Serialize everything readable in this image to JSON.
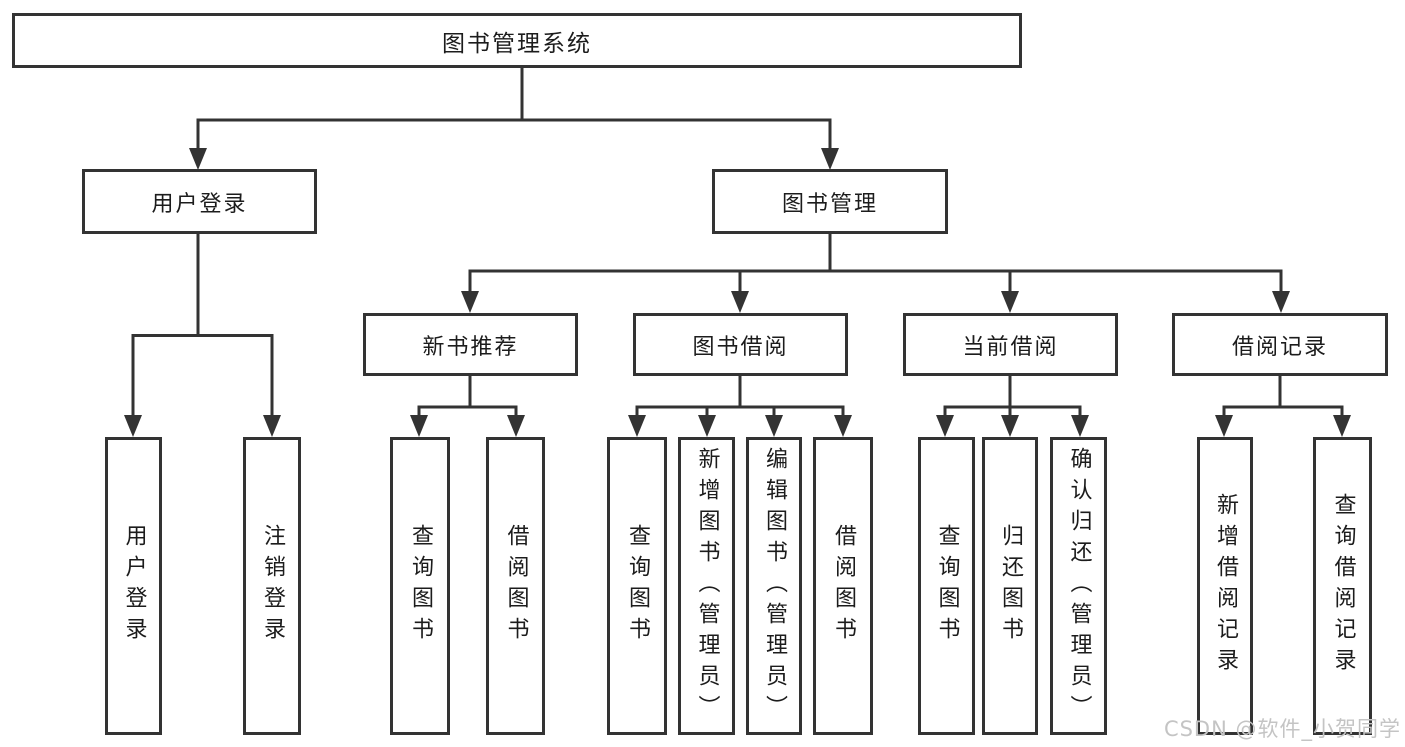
{
  "diagram": {
    "title": "图书管理系统",
    "level2": [
      {
        "id": "user-login",
        "label": "用户登录"
      },
      {
        "id": "book-management",
        "label": "图书管理"
      }
    ],
    "level3": [
      {
        "id": "new-book-recommend",
        "label": "新书推荐"
      },
      {
        "id": "book-borrow",
        "label": "图书借阅"
      },
      {
        "id": "current-borrow",
        "label": "当前借阅"
      },
      {
        "id": "borrow-records",
        "label": "借阅记录"
      }
    ],
    "leaves": {
      "login": [
        "用户登录",
        "注销登录"
      ],
      "recommend": [
        "查询图书",
        "借阅图书"
      ],
      "borrow": [
        "查询图书",
        "新增图书（管理员）",
        "编辑图书（管理员）",
        "借阅图书"
      ],
      "current": [
        "查询图书",
        "归还图书",
        "确认归还（管理员）"
      ],
      "records": [
        "新增借阅记录",
        "查询借阅记录"
      ]
    }
  },
  "watermark": {
    "text": "CSDN @软件_小贺同学"
  },
  "colors": {
    "line": "#333333",
    "box_background": "#ffffff",
    "text": "#1c1c1c",
    "watermark": "#c4c4c4"
  }
}
